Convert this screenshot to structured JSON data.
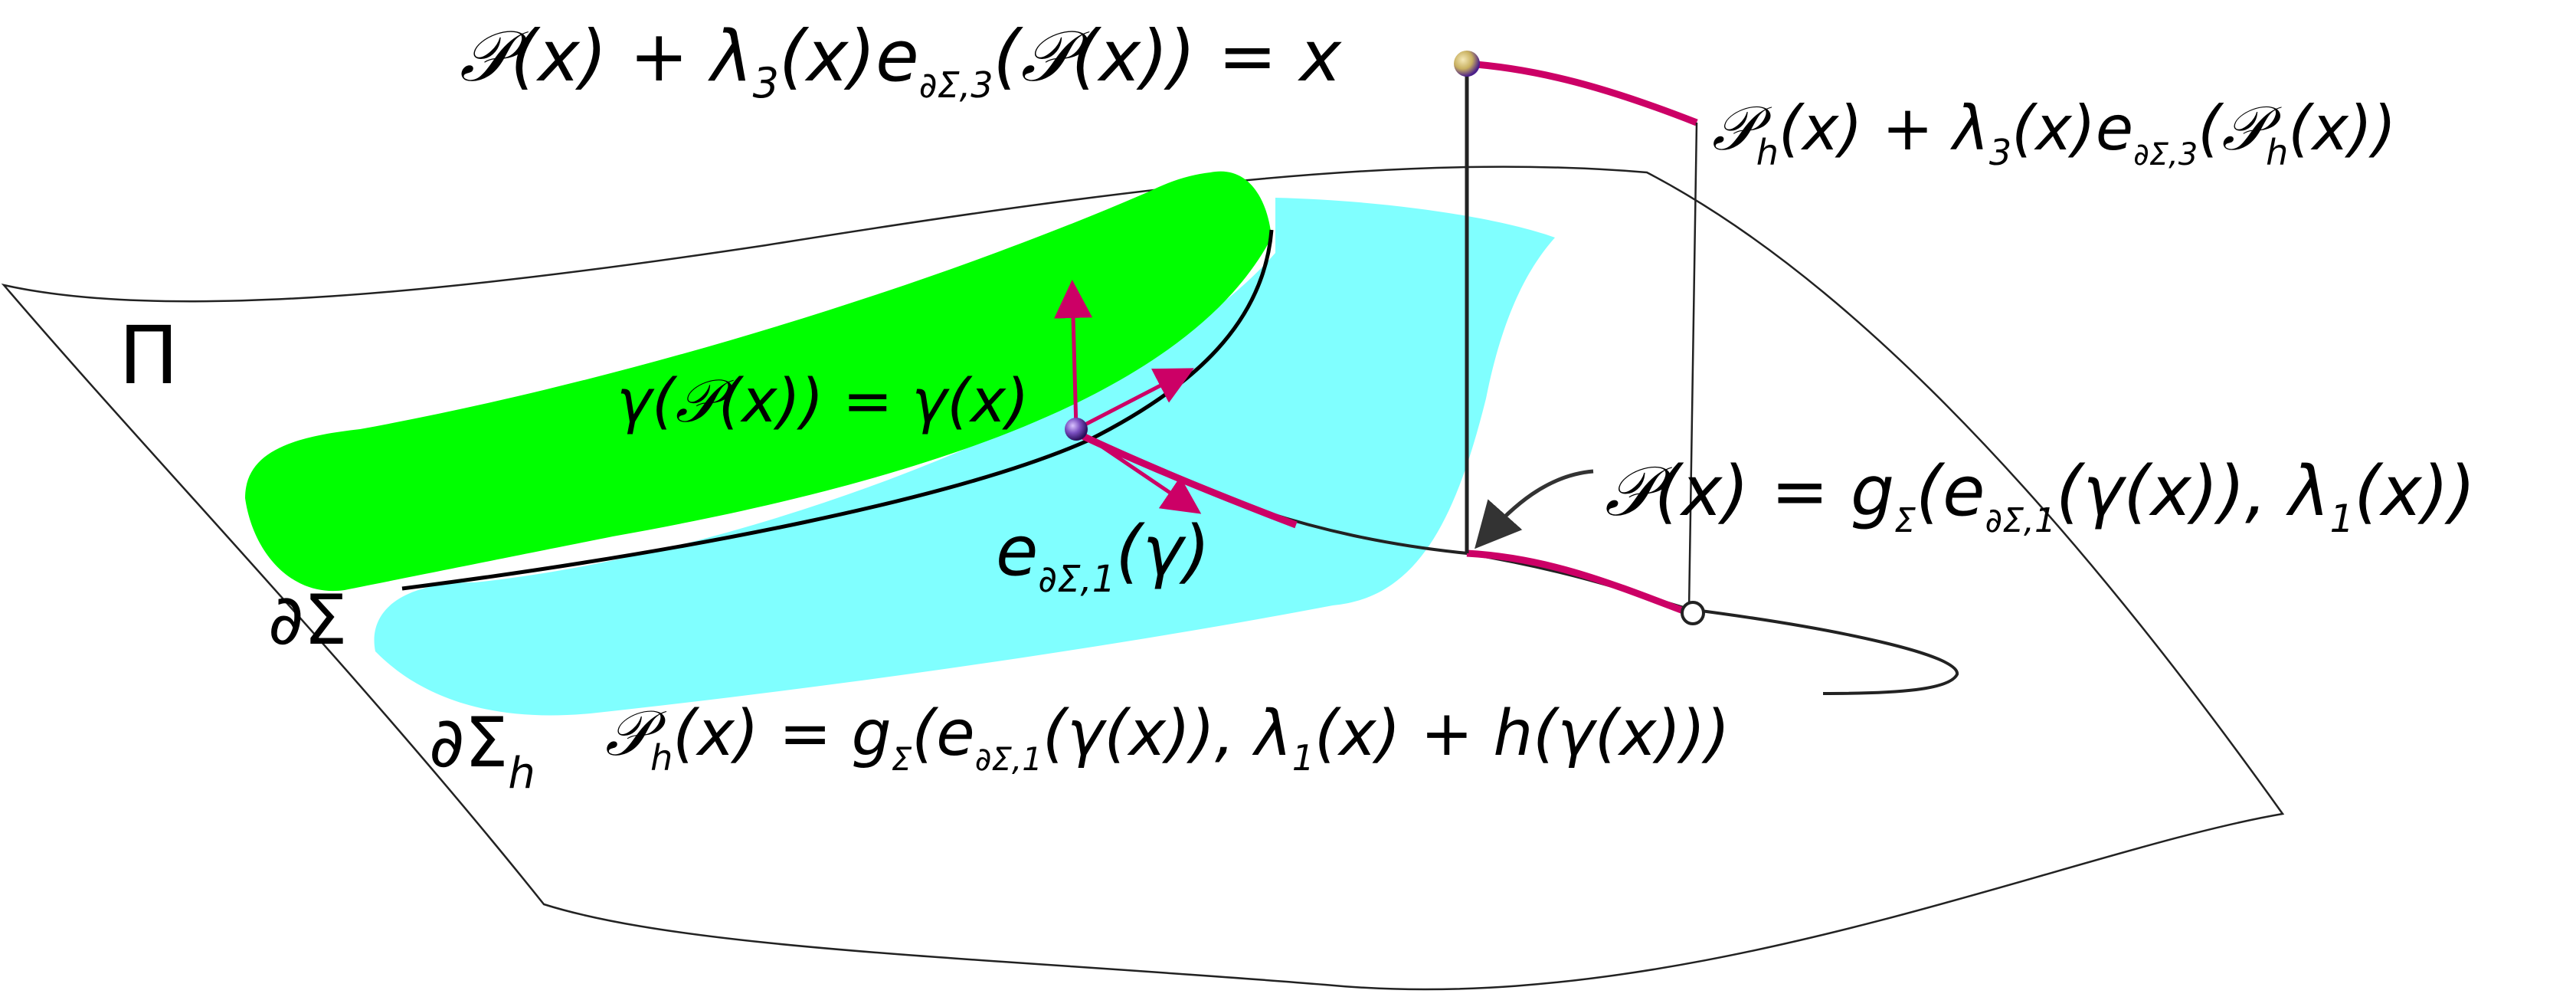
{
  "labels": {
    "plane_symbol": "Π",
    "boundary": "∂Σ",
    "boundary_h": "∂Σ",
    "boundary_h_sub": "h",
    "top_eq": {
      "lhs_a": "𝒫(x) + λ",
      "sub_3": "3",
      "lhs_b": "(x)e",
      "sub_boundary": "∂Σ,3",
      "rhs": "(𝒫(x)) = x"
    },
    "ph_eq": {
      "a": "𝒫",
      "sub_h": "h",
      "b": "(x) + λ",
      "sub_3": "3",
      "c": "(x)e",
      "sub_boundary": "∂Σ,3",
      "d": "(𝒫",
      "sub_h2": "h",
      "e": "(x))"
    },
    "gamma_eq": "γ(𝒫(x)) = γ(x)",
    "e_gamma": {
      "a": "e",
      "sub": "∂Σ,1",
      "b": "(γ)"
    },
    "p_eq": {
      "a": "𝒫(x) = g",
      "sub_sigma": "Σ",
      "b": "(e",
      "sub_boundary": "∂Σ,1",
      "c": "(γ(x)), λ",
      "sub_1": "1",
      "d": "(x))"
    },
    "ph_def_eq": {
      "a": "𝒫",
      "sub_h": "h",
      "b": "(x) = g",
      "sub_sigma": "Σ",
      "c": "(e",
      "sub_boundary": "∂Σ,1",
      "d": "(γ(x)), λ",
      "sub_1": "1",
      "e": "(x) + h(γ(x)))"
    }
  },
  "colors": {
    "surface_green": "#00ff00",
    "surface_cyan": "#80ffff",
    "curve_magenta": "#cc0066",
    "line_black": "#000000",
    "plane_outline": "#222222",
    "point_purple": "#4b1f8a",
    "point_gold": "#c8b060"
  }
}
